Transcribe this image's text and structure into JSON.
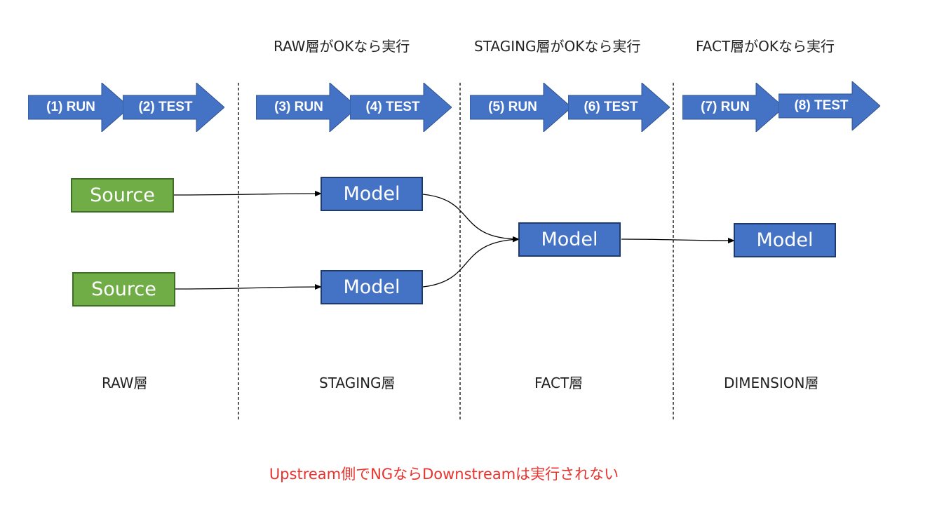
{
  "conditions": [
    "RAW層がOKなら実行",
    "STAGING層がOKなら実行",
    "FACT層がOKなら実行"
  ],
  "steps": [
    {
      "label": "(1) RUN"
    },
    {
      "label": "(2) TEST"
    },
    {
      "label": "(3) RUN"
    },
    {
      "label": "(4) TEST"
    },
    {
      "label": "(5) RUN"
    },
    {
      "label": "(6) TEST"
    },
    {
      "label": "(7) RUN"
    },
    {
      "label": "(8) TEST"
    }
  ],
  "nodes": {
    "source_1": "Source",
    "source_2": "Source",
    "staging_model_1": "Model",
    "staging_model_2": "Model",
    "fact_model": "Model",
    "dimension_model": "Model"
  },
  "layers": [
    "RAW層",
    "STAGING層",
    "FACT層",
    "DIMENSION層"
  ],
  "note": "Upstream側でNGならDownstreamは実行されない",
  "colors": {
    "arrow_fill": "#4472c4",
    "source_fill": "#70ad47",
    "model_fill": "#4472c4",
    "note_text": "#e8322d"
  }
}
